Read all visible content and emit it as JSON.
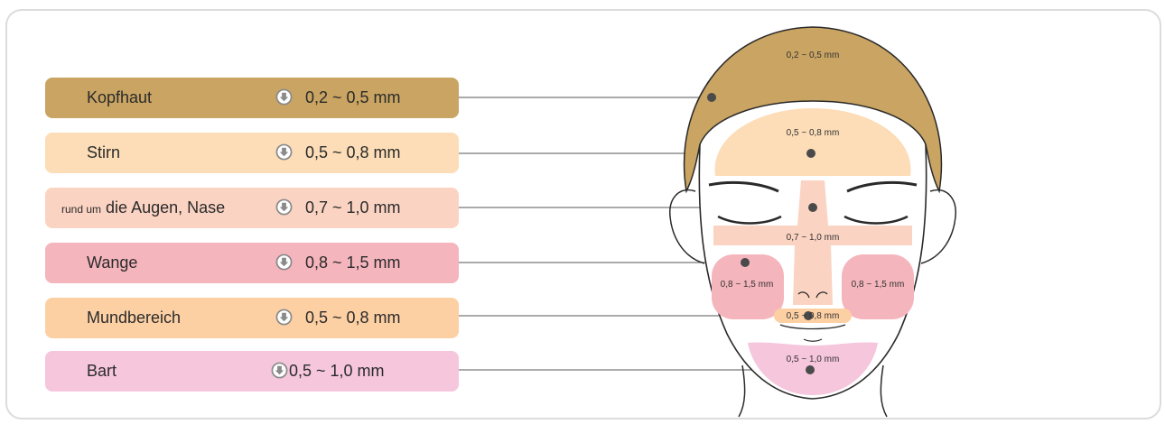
{
  "rows": [
    {
      "label_small": "",
      "label": "Kopfhaut",
      "value": "0,2 ~ 0,5 mm",
      "color": "#c9a462"
    },
    {
      "label_small": "",
      "label": "Stirn",
      "value": "0,5 ~ 0,8 mm",
      "color": "#fcddb7"
    },
    {
      "label_small": "rund um",
      "label": "die Augen, Nase",
      "value": "0,7 ~ 1,0 mm",
      "color": "#fbd3c2"
    },
    {
      "label_small": "",
      "label": "Wange",
      "value": "0,8 ~ 1,5 mm",
      "color": "#f5b5bd"
    },
    {
      "label_small": "",
      "label": "Mundbereich",
      "value": "0,5 ~ 0,8 mm",
      "color": "#fdd0a4"
    },
    {
      "label_small": "",
      "label": "Bart",
      "value": "0,5 ~ 1,0 mm",
      "color": "#f5c6dc"
    }
  ],
  "face_labels": {
    "scalp": "0,2 ~ 0,5 mm",
    "forehead": "0,5 ~ 0,8 mm",
    "eyes_nose": "0,7 ~ 1,0 mm",
    "cheek_left": "0,8 ~ 1,5 mm",
    "cheek_right": "0,8 ~ 1,5 mm",
    "mouth": "0,5 ~ 0,8 mm",
    "beard": "0,5 ~ 1,0 mm"
  },
  "colors": {
    "scalp": "#c9a462",
    "forehead": "#fcddb7",
    "eyes_nose": "#fbd3c2",
    "cheek": "#f5b5bd",
    "mouth": "#fdd0a4",
    "beard": "#f5c6dc",
    "arrow_icon": "#8a8a8a",
    "outline": "#2a2a2a",
    "dot": "#4a4a4a"
  }
}
